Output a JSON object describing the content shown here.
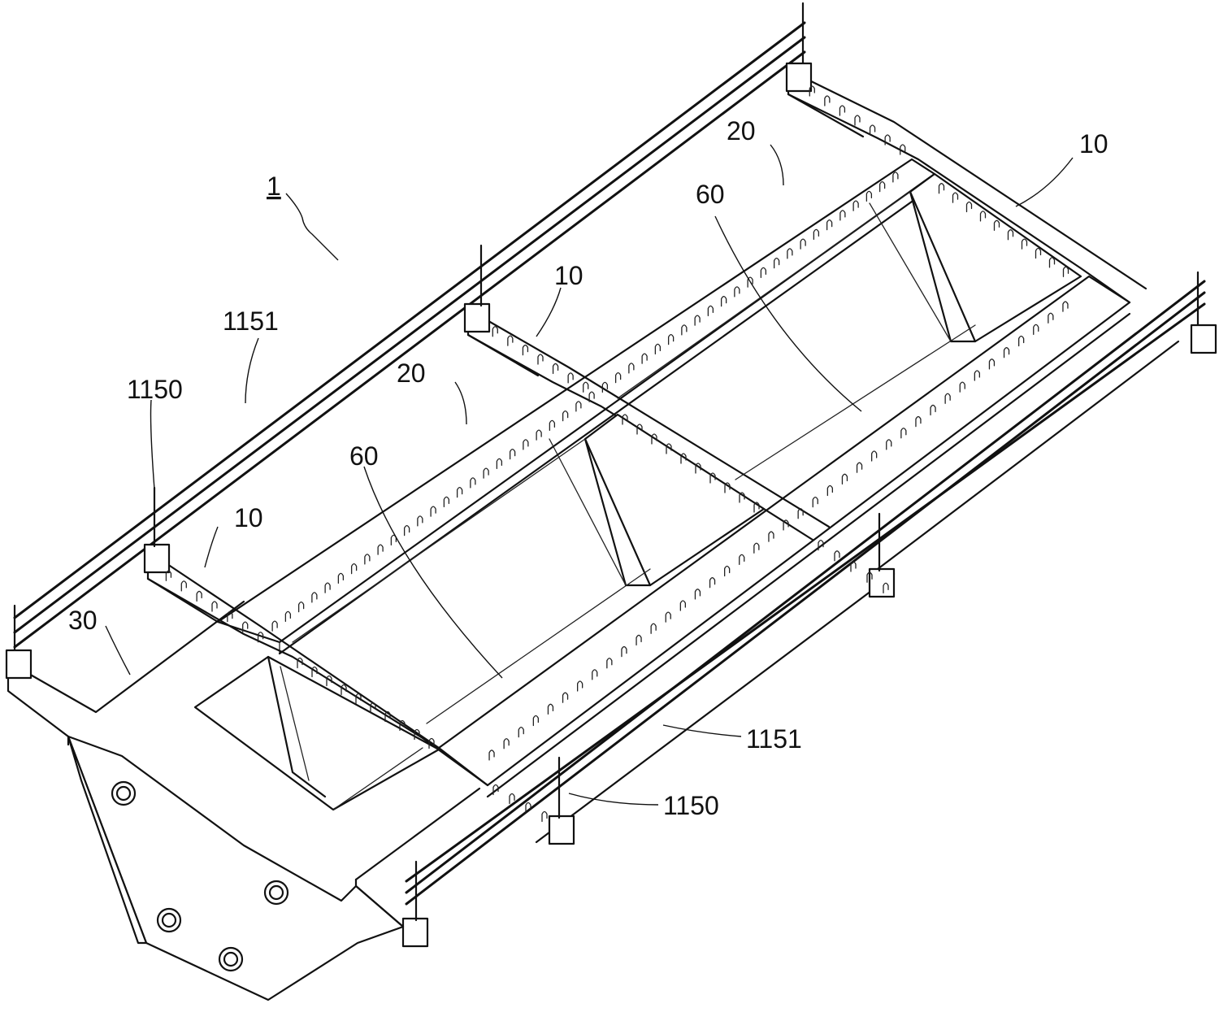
{
  "figure": {
    "labels": {
      "assembly": "1",
      "tendon_upper": "1151",
      "anchor_upper": "1150",
      "crossbeam_left": "10",
      "crossbeam_mid": "10",
      "crossbeam_right": "10",
      "girder_left": "20",
      "girder_right": "20",
      "opening_left": "60",
      "opening_right": "60",
      "end_block": "30",
      "tendon_lower": "1151",
      "anchor_lower": "1150"
    }
  }
}
